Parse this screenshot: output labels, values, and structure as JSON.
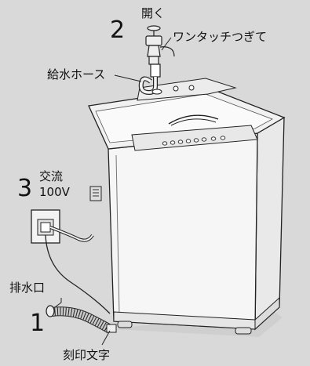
{
  "steps": {
    "step1": {
      "number": "1",
      "label": "排水口",
      "sublabel": "刻印文字"
    },
    "step2": {
      "number": "2",
      "label": "開く",
      "sublabel": "ワンタッチつぎて"
    },
    "step3": {
      "number": "3",
      "label": "交流",
      "sublabel": "100V"
    }
  },
  "labels": {
    "hose": "給水ホース"
  },
  "colors": {
    "background": "#d9d9d9",
    "machine": "#f4f4f4",
    "outline": "#222222"
  }
}
